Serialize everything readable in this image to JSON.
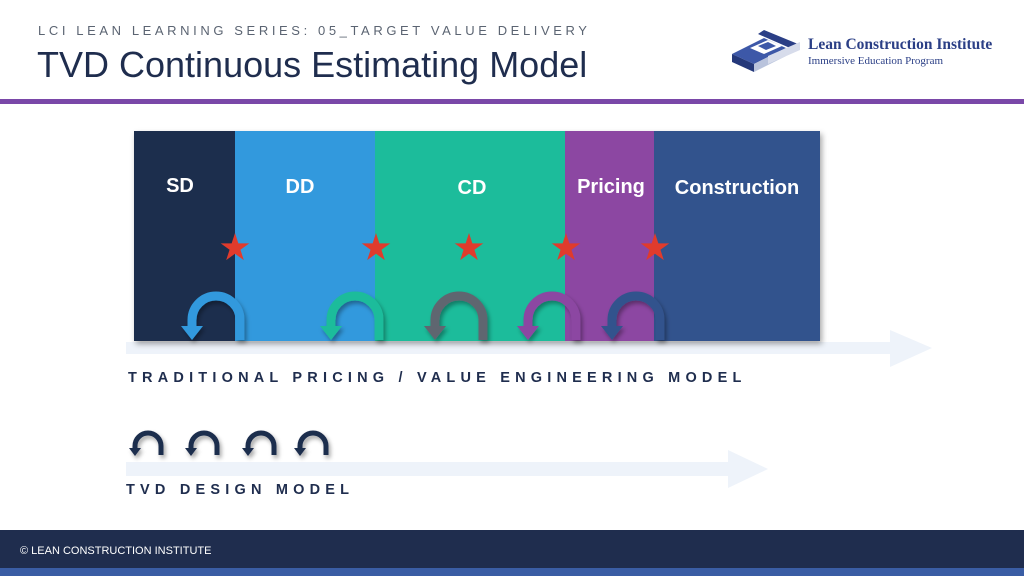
{
  "header": {
    "series": "LCI LEAN LEARNING SERIES: 05_TARGET VALUE DELIVERY",
    "title": "TVD Continuous Estimating Model"
  },
  "logo": {
    "name": "Lean Construction Institute",
    "tagline": "Immersive Education Program"
  },
  "phases": [
    {
      "label": "SD",
      "color": "#1f2d4e"
    },
    {
      "label": "DD",
      "color": "#3199dd"
    },
    {
      "label": "CD",
      "color": "#1dbc9b"
    },
    {
      "label": "Pricing",
      "color": "#8c46a2"
    },
    {
      "label": "Construction",
      "color": "#33538d"
    }
  ],
  "star_color": "#e03b2c",
  "loop_colors": [
    "#3199dd",
    "#1dbc9b",
    "#5e6670",
    "#8c46a2",
    "#33538d"
  ],
  "tvd_loop_color": "#1f2d4e",
  "captions": {
    "traditional": "TRADITIONAL PRICING / VALUE ENGINEERING MODEL",
    "tvd": "TVD DESIGN MODEL"
  },
  "footer": {
    "copyright": "© LEAN CONSTRUCTION INSTITUTE"
  }
}
